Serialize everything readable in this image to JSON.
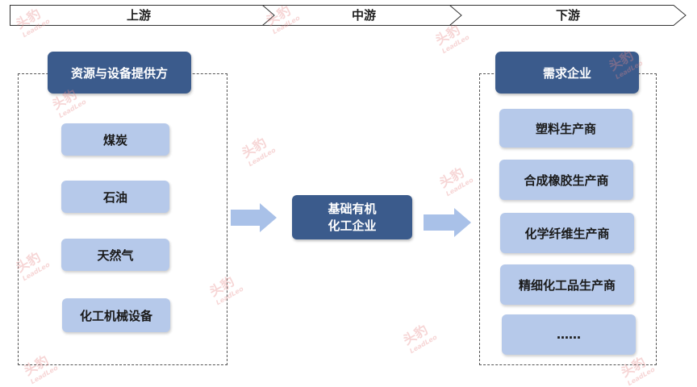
{
  "stages": [
    {
      "label": "上游"
    },
    {
      "label": "中游"
    },
    {
      "label": "下游"
    }
  ],
  "upstream": {
    "header": "资源与设备提供方",
    "items": [
      "煤炭",
      "石油",
      "天然气",
      "化工机械设备"
    ]
  },
  "midstream": {
    "line1": "基础有机",
    "line2": "化工企业"
  },
  "downstream": {
    "header": "需求企业",
    "items": [
      "塑料生产商",
      "合成橡胶生产商",
      "化学纤维生产商",
      "精细化工品生产商",
      "……"
    ]
  },
  "watermark": {
    "text": "头豹",
    "sub": "LeadLeo"
  },
  "colors": {
    "header_fill": "#3b5b8c",
    "item_fill": "#b6c9ea",
    "arrow_fill": "#a9c1e8",
    "watermark": "#e88a8a"
  }
}
